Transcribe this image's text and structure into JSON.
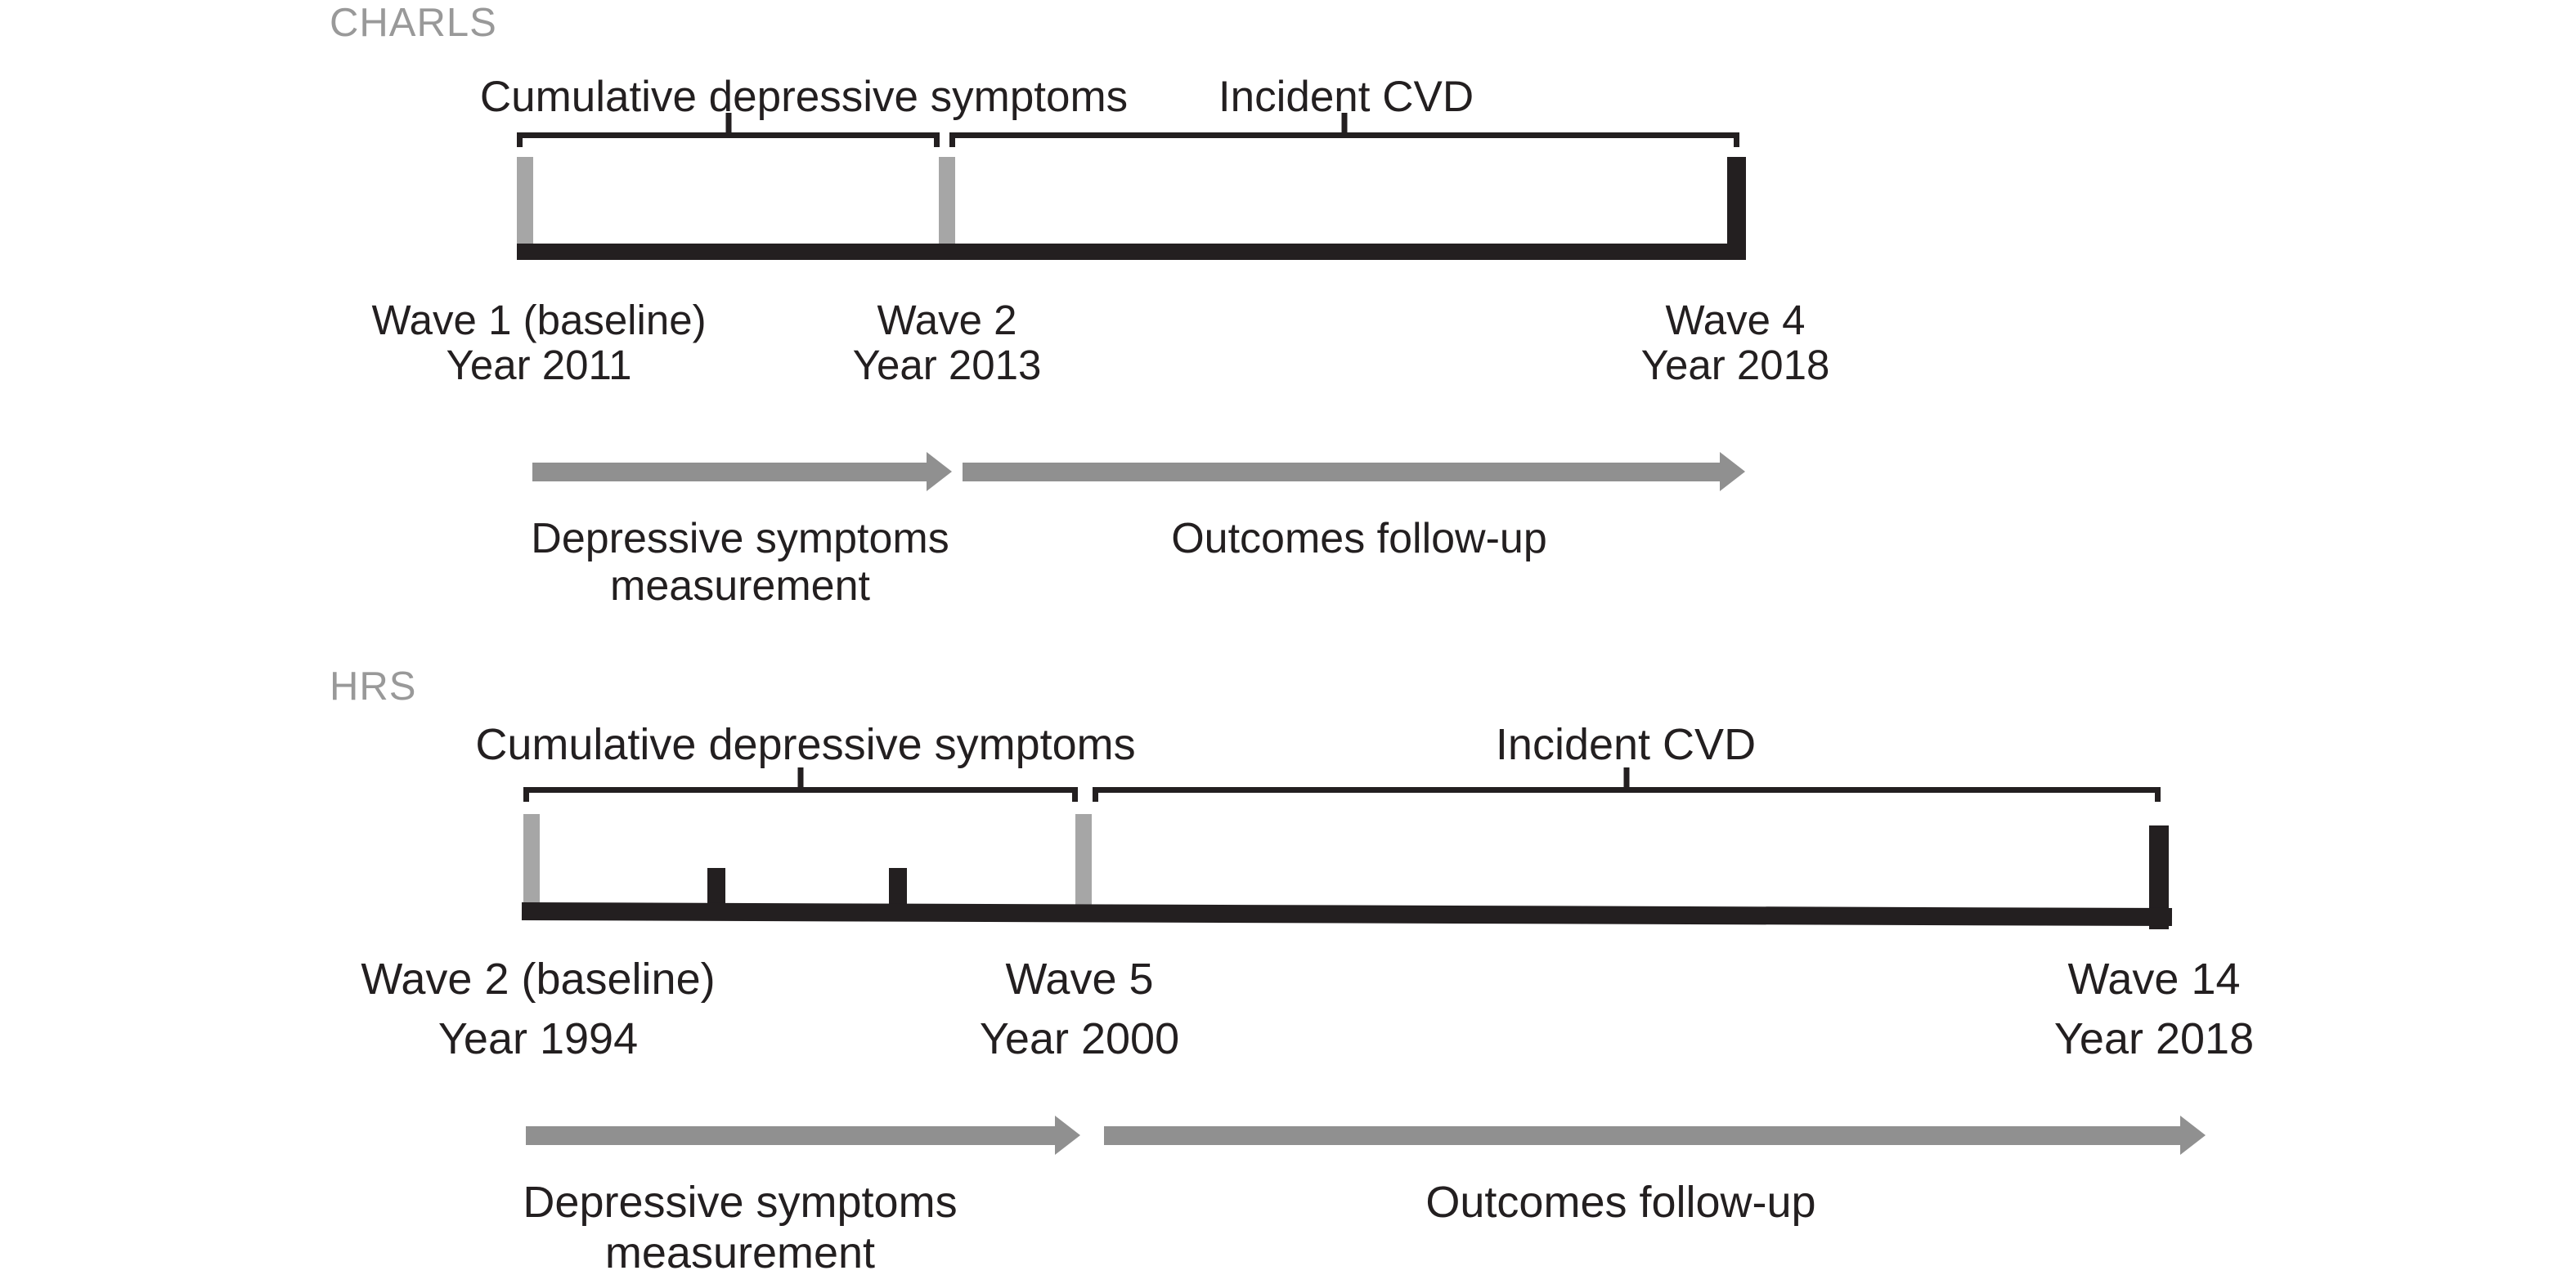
{
  "figure": {
    "panels": [
      {
        "study": "CHARLS",
        "exposure_label": "Cumulative depressive symptoms",
        "outcome_label": "Incident CVD",
        "waves": [
          {
            "wave": "Wave 1 (baseline)",
            "year": "Year 2011"
          },
          {
            "wave": "Wave 2",
            "year": "Year 2013"
          },
          {
            "wave": "Wave 4",
            "year": "Year 2018"
          }
        ],
        "measurement_label_line1": "Depressive symptoms",
        "measurement_label_line2": "measurement",
        "followup_label": "Outcomes follow-up"
      },
      {
        "study": "HRS",
        "exposure_label": "Cumulative depressive symptoms",
        "outcome_label": "Incident CVD",
        "waves": [
          {
            "wave": "Wave 2 (baseline)",
            "year": "Year 1994"
          },
          {
            "wave": "Wave 5",
            "year": "Year 2000"
          },
          {
            "wave": "Wave 14",
            "year": "Year 2018"
          }
        ],
        "measurement_label_line1": "Depressive symptoms",
        "measurement_label_line2": "measurement",
        "followup_label": "Outcomes follow-up"
      }
    ],
    "colors": {
      "black": "#231f20",
      "tick_gray": "#a6a6a6",
      "arrow_gray": "#909090",
      "study_label_gray": "#999999"
    }
  }
}
